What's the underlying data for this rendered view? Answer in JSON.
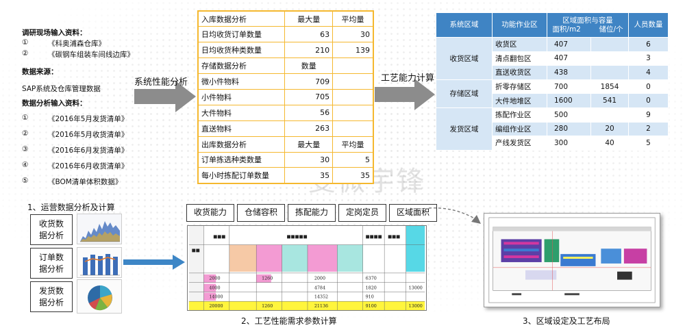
{
  "watermark": "斐微宇锋",
  "left_info": {
    "research_title": "调研现场输入资料：",
    "research_items": [
      {
        "num": "①",
        "text": "《科奥浦森仓库》"
      },
      {
        "num": "②",
        "text": "《碳钢车组装车间线边库》"
      }
    ],
    "source_title": "数据来源：",
    "source_text": "SAP系统及仓库管理数据",
    "analysis_title": "数据分析输入资料：",
    "analysis_items": [
      {
        "num": "①",
        "text": "《2016年5月发货清单》"
      },
      {
        "num": "②",
        "text": "《2016年5月收货清单》"
      },
      {
        "num": "③",
        "text": "《2016年6月发货清单》"
      },
      {
        "num": "④",
        "text": "《2016年6月收货清单》"
      },
      {
        "num": "⑤",
        "text": "《BOM清单体积数据》"
      }
    ]
  },
  "arrows": {
    "left_label": "系统性能分析",
    "right_label": "工艺能力计算"
  },
  "center_table": {
    "rows": [
      {
        "c1": "入库数据分析",
        "c2": "最大量",
        "c3": "平均量",
        "hdr": true
      },
      {
        "c1": "日均收货订单数量",
        "c2": "63",
        "c3": "30"
      },
      {
        "c1": "日均收货种类数量",
        "c2": "210",
        "c3": "139"
      },
      {
        "c1": "存储数据分析",
        "c2": "数量",
        "c3": "",
        "hdr": true
      },
      {
        "c1": "微小件物料",
        "c2": "709",
        "c3": ""
      },
      {
        "c1": "小件物料",
        "c2": "705",
        "c3": ""
      },
      {
        "c1": "大件物料",
        "c2": "56",
        "c3": ""
      },
      {
        "c1": "直送物料",
        "c2": "263",
        "c3": ""
      },
      {
        "c1": "出库数据分析",
        "c2": "最大量",
        "c3": "平均量",
        "hdr": true
      },
      {
        "c1": "订单拣选种类数量",
        "c2": "30",
        "c3": "5"
      },
      {
        "c1": "每小时拣配订单数量",
        "c2": "35",
        "c3": "35"
      }
    ]
  },
  "right_table": {
    "headers": {
      "region": "系统区域",
      "function": "功能作业区",
      "area_line1": "区域面积与容量",
      "area_line2": "面积/m2        储位/个",
      "staff": "人员数量"
    },
    "groups": [
      {
        "region": "收货区域",
        "rows": [
          {
            "function": "收货区",
            "area": "407",
            "slots": "",
            "staff": "6"
          },
          {
            "function": "清点翻包区",
            "area": "407",
            "slots": "",
            "staff": "3"
          },
          {
            "function": "直送收货区",
            "area": "438",
            "slots": "",
            "staff": "4"
          }
        ]
      },
      {
        "region": "存储区域",
        "rows": [
          {
            "function": "折零存储区",
            "area": "700",
            "slots": "1854",
            "staff": "0"
          },
          {
            "function": "大件地堆区",
            "area": "1600",
            "slots": "541",
            "staff": "0"
          }
        ]
      },
      {
        "region": "发货区域",
        "rows": [
          {
            "function": "拣配作业区",
            "area": "500",
            "slots": "",
            "staff": "9"
          },
          {
            "function": "编组作业区",
            "area": "280",
            "slots": "20",
            "staff": "2"
          },
          {
            "function": "产线发货区",
            "area": "300",
            "slots": "40",
            "staff": "5"
          }
        ]
      }
    ]
  },
  "bottom": {
    "section1_title": "1、运营数据分析及计算",
    "side_labels": [
      {
        "line1": "收货数",
        "line2": "据分析"
      },
      {
        "line1": "订单数",
        "line2": "据分析"
      },
      {
        "line1": "发货数",
        "line2": "据分析"
      }
    ],
    "tabs": [
      "收货能力",
      "仓储容积",
      "拣配能力",
      "定岗定员",
      "区域面积"
    ],
    "section2_title": "2、工艺性能需求参数计算",
    "section3_title": "3、区域设定及工艺布局"
  },
  "colors": {
    "arrow_gray": "#8c8c8c",
    "center_border": "#f5b82e",
    "right_header": "#3f84c4",
    "right_row_alt": "#d6e6f5",
    "blue_arrow": "#3d86c6"
  }
}
